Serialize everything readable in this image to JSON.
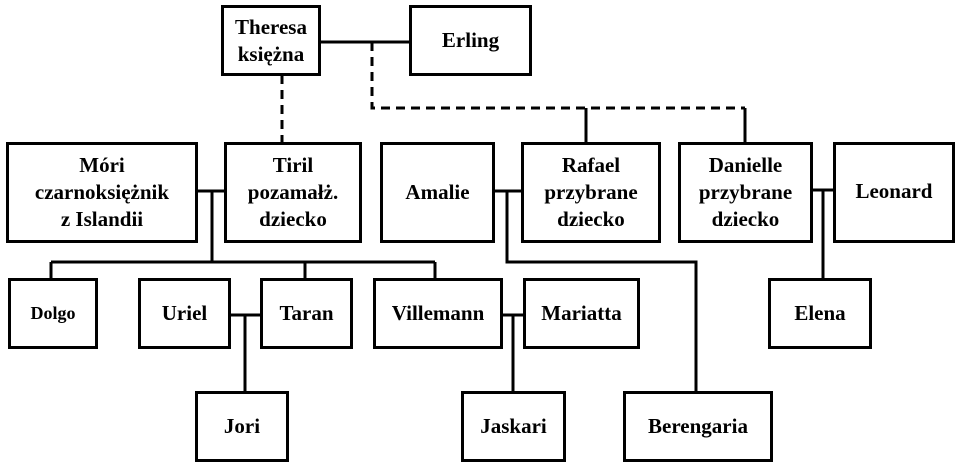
{
  "diagram": {
    "type": "family-tree",
    "colors": {
      "line": "#000000",
      "box_fill": "#ffffff",
      "text": "#000000"
    },
    "people": {
      "theresa": "Theresa\nksiężna",
      "erling": "Erling",
      "mori": "Móri\nczarnoksiężnik\nz Islandii",
      "tiril": "Tiril\npozamałż.\ndziecko",
      "amalie": "Amalie",
      "rafael": "Rafael\nprzybrane\ndziecko",
      "danielle": "Danielle\nprzybrane\ndziecko",
      "leonard": "Leonard",
      "dolgo": "Dolgo",
      "uriel": "Uriel",
      "taran": "Taran",
      "villemann": "Villemann",
      "mariatta": "Mariatta",
      "elena": "Elena",
      "jori": "Jori",
      "jaskari": "Jaskari",
      "berengaria": "Berengaria"
    },
    "relations": [
      {
        "type": "union",
        "a": "Theresa",
        "b": "Erling"
      },
      {
        "type": "illegitimate-child",
        "parent": "Theresa",
        "child": "Tiril"
      },
      {
        "type": "adopted-child",
        "parents": [
          "Theresa",
          "Erling"
        ],
        "child": "Rafael"
      },
      {
        "type": "adopted-child",
        "parents": [
          "Theresa",
          "Erling"
        ],
        "child": "Danielle"
      },
      {
        "type": "union",
        "a": "Móri",
        "b": "Tiril",
        "children": [
          "Dolgo",
          "Taran",
          "Villemann"
        ]
      },
      {
        "type": "union",
        "a": "Amalie",
        "b": "Rafael",
        "children": [
          "Berengaria"
        ]
      },
      {
        "type": "union",
        "a": "Danielle",
        "b": "Leonard",
        "children": [
          "Elena"
        ]
      },
      {
        "type": "union",
        "a": "Uriel",
        "b": "Taran",
        "children": [
          "Jori"
        ]
      },
      {
        "type": "union",
        "a": "Villemann",
        "b": "Mariatta",
        "children": [
          "Jaskari"
        ]
      }
    ]
  }
}
